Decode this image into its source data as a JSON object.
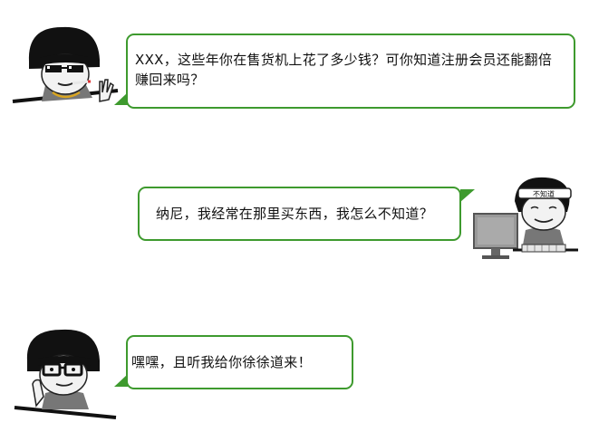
{
  "messages": [
    {
      "speaker": "left",
      "text": "XXX，这些年你在售货机上花了多少钱？可你知道注册会员还能翻倍赚回来吗？"
    },
    {
      "speaker": "right",
      "text": "纳尼，我经常在那里买东西，我怎么不知道？"
    },
    {
      "speaker": "left",
      "text": "嘿嘿，且听我给你徐徐道来！"
    }
  ],
  "avatars": {
    "headband_text": "不知道"
  },
  "colors": {
    "bubble_border": "#3e9a2e",
    "text": "#111111",
    "background": "#ffffff"
  }
}
